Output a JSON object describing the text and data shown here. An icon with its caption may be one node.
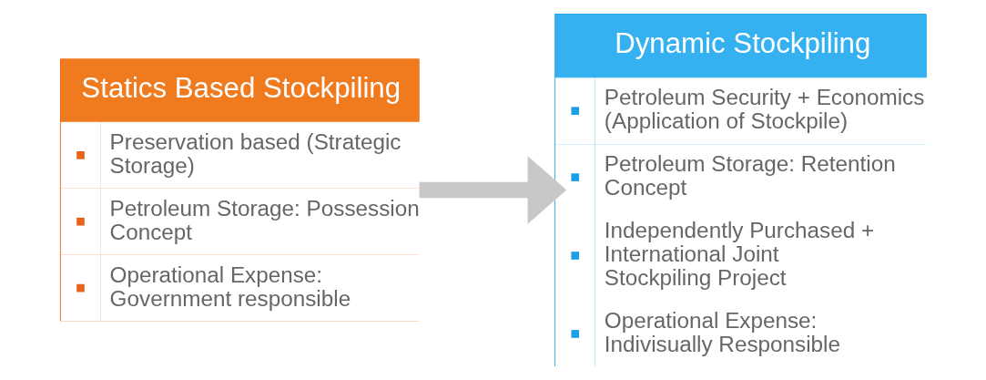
{
  "diagram": {
    "nodes": [
      {
        "text": [
          "Statics Based Stockpiling",
          "Preservation based (Strategic Storage)",
          "Petroleum Storage: Possession Concept",
          "Operational Expense: Government responsible"
        ]
      },
      {
        "text": [
          "Dynamic Stockpiling",
          "Petroleum Security + Economics (Application of Stockpile)",
          "Petroleum Storage: Retention Concept",
          "Independently Purchased + International Joint Stockpiling Project",
          "Operational Expense: Indivisually Responsible"
        ]
      }
    ],
    "edges": [
      {
        "from": 0,
        "to": 1,
        "arrow": "to"
      }
    ]
  }
}
